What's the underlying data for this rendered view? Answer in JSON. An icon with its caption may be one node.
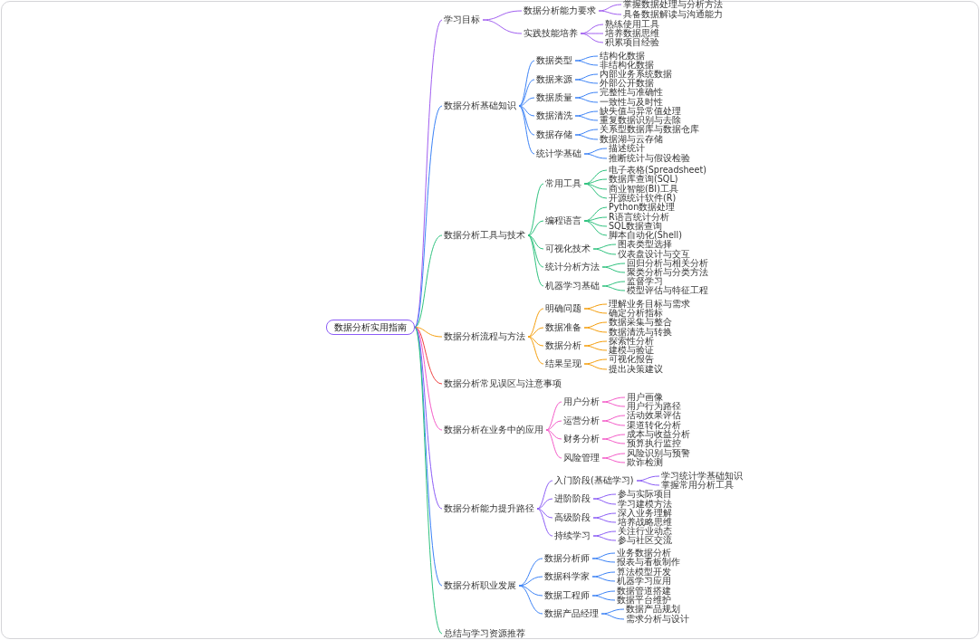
{
  "diagram": {
    "nodes": [
      {
        "text": [
          "数据分析实用指南"
        ]
      },
      {
        "text": [
          "学习目标"
        ]
      },
      {
        "text": [
          "数据分析能力要求"
        ]
      },
      {
        "text": [
          "掌握数据处理与分析方法"
        ]
      },
      {
        "text": [
          "具备数据解读与沟通能力"
        ]
      },
      {
        "text": [
          "实践技能培养"
        ]
      },
      {
        "text": [
          "熟练使用工具"
        ]
      },
      {
        "text": [
          "培养数据思维"
        ]
      },
      {
        "text": [
          "积累项目经验"
        ]
      },
      {
        "text": [
          "数据分析基础知识"
        ]
      },
      {
        "text": [
          "数据类型"
        ]
      },
      {
        "text": [
          "结构化数据"
        ]
      },
      {
        "text": [
          "非结构化数据"
        ]
      },
      {
        "text": [
          "数据来源"
        ]
      },
      {
        "text": [
          "内部业务系统数据"
        ]
      },
      {
        "text": [
          "外部公开数据"
        ]
      },
      {
        "text": [
          "数据质量"
        ]
      },
      {
        "text": [
          "完整性与准确性"
        ]
      },
      {
        "text": [
          "一致性与及时性"
        ]
      },
      {
        "text": [
          "数据清洗"
        ]
      },
      {
        "text": [
          "缺失值与异常值处理"
        ]
      },
      {
        "text": [
          "重复数据识别与去除"
        ]
      },
      {
        "text": [
          "数据存储"
        ]
      },
      {
        "text": [
          "关系型数据库与数据仓库"
        ]
      },
      {
        "text": [
          "数据湖与云存储"
        ]
      },
      {
        "text": [
          "统计学基础"
        ]
      },
      {
        "text": [
          "描述统计"
        ]
      },
      {
        "text": [
          "推断统计与假设检验"
        ]
      },
      {
        "text": [
          "数据分析工具与技术"
        ]
      },
      {
        "text": [
          "常用工具"
        ]
      },
      {
        "text": [
          "电子表格(Spreadsheet)"
        ]
      },
      {
        "text": [
          "数据库查询(SQL)"
        ]
      },
      {
        "text": [
          "商业智能(BI)工具"
        ]
      },
      {
        "text": [
          "开源统计软件(R)"
        ]
      },
      {
        "text": [
          "编程语言"
        ]
      },
      {
        "text": [
          "Python数据处理"
        ]
      },
      {
        "text": [
          "R语言统计分析"
        ]
      },
      {
        "text": [
          "SQL数据查询"
        ]
      },
      {
        "text": [
          "脚本自动化(Shell)"
        ]
      },
      {
        "text": [
          "可视化技术"
        ]
      },
      {
        "text": [
          "图表类型选择"
        ]
      },
      {
        "text": [
          "仪表盘设计与交互"
        ]
      },
      {
        "text": [
          "统计分析方法"
        ]
      },
      {
        "text": [
          "回归分析与相关分析"
        ]
      },
      {
        "text": [
          "聚类分析与分类方法"
        ]
      },
      {
        "text": [
          "机器学习基础"
        ]
      },
      {
        "text": [
          "监督学习"
        ]
      },
      {
        "text": [
          "模型评估与特征工程"
        ]
      },
      {
        "text": [
          "数据分析流程与方法"
        ]
      },
      {
        "text": [
          "明确问题"
        ]
      },
      {
        "text": [
          "理解业务目标与需求"
        ]
      },
      {
        "text": [
          "确定分析指标"
        ]
      },
      {
        "text": [
          "数据准备"
        ]
      },
      {
        "text": [
          "数据采集与整合"
        ]
      },
      {
        "text": [
          "数据清洗与转换"
        ]
      },
      {
        "text": [
          "数据分析"
        ]
      },
      {
        "text": [
          "探索性分析"
        ]
      },
      {
        "text": [
          "建模与验证"
        ]
      },
      {
        "text": [
          "结果呈现"
        ]
      },
      {
        "text": [
          "可视化报告"
        ]
      },
      {
        "text": [
          "提出决策建议"
        ]
      },
      {
        "text": [
          "数据分析常见误区与注意事项"
        ]
      },
      {
        "text": [
          "数据分析在业务中的应用"
        ]
      },
      {
        "text": [
          "用户分析"
        ]
      },
      {
        "text": [
          "用户画像"
        ]
      },
      {
        "text": [
          "用户行为路径"
        ]
      },
      {
        "text": [
          "运营分析"
        ]
      },
      {
        "text": [
          "活动效果评估"
        ]
      },
      {
        "text": [
          "渠道转化分析"
        ]
      },
      {
        "text": [
          "财务分析"
        ]
      },
      {
        "text": [
          "成本与收益分析"
        ]
      },
      {
        "text": [
          "预算执行监控"
        ]
      },
      {
        "text": [
          "风险管理"
        ]
      },
      {
        "text": [
          "风险识别与预警"
        ]
      },
      {
        "text": [
          "欺诈检测"
        ]
      },
      {
        "text": [
          "数据分析能力提升路径"
        ]
      },
      {
        "text": [
          "入门阶段(基础学习)"
        ]
      },
      {
        "text": [
          "学习统计学基础知识"
        ]
      },
      {
        "text": [
          "掌握常用分析工具"
        ]
      },
      {
        "text": [
          "进阶阶段"
        ]
      },
      {
        "text": [
          "参与实际项目"
        ]
      },
      {
        "text": [
          "学习建模方法"
        ]
      },
      {
        "text": [
          "高级阶段"
        ]
      },
      {
        "text": [
          "深入业务理解"
        ]
      },
      {
        "text": [
          "培养战略思维"
        ]
      },
      {
        "text": [
          "持续学习"
        ]
      },
      {
        "text": [
          "关注行业动态"
        ]
      },
      {
        "text": [
          "参与社区交流"
        ]
      },
      {
        "text": [
          "数据分析职业发展"
        ]
      },
      {
        "text": [
          "数据分析师"
        ]
      },
      {
        "text": [
          "业务数据分析"
        ]
      },
      {
        "text": [
          "报表与看板制作"
        ]
      },
      {
        "text": [
          "数据科学家"
        ]
      },
      {
        "text": [
          "算法模型开发"
        ]
      },
      {
        "text": [
          "机器学习应用"
        ]
      },
      {
        "text": [
          "数据工程师"
        ]
      },
      {
        "text": [
          "数据管道搭建"
        ]
      },
      {
        "text": [
          "数据平台维护"
        ]
      },
      {
        "text": [
          "数据产品经理"
        ]
      },
      {
        "text": [
          "数据产品规划"
        ]
      },
      {
        "text": [
          "需求分析与设计"
        ]
      },
      {
        "text": [
          "总结与学习资源推荐"
        ]
      }
    ],
    "edges": [
      {
        "from": 0,
        "to": 1,
        "arrow": "none",
        "color": "#a15ff0"
      },
      {
        "from": 1,
        "to": 2,
        "arrow": "none",
        "color": "#a15ff0"
      },
      {
        "from": 2,
        "to": 3,
        "arrow": "none",
        "color": "#a15ff0"
      },
      {
        "from": 2,
        "to": 4,
        "arrow": "none",
        "color": "#a15ff0"
      },
      {
        "from": 1,
        "to": 5,
        "arrow": "none",
        "color": "#a15ff0"
      },
      {
        "from": 5,
        "to": 6,
        "arrow": "none",
        "color": "#a15ff0"
      },
      {
        "from": 5,
        "to": 7,
        "arrow": "none",
        "color": "#a15ff0"
      },
      {
        "from": 5,
        "to": 8,
        "arrow": "none",
        "color": "#a15ff0"
      },
      {
        "from": 0,
        "to": 9,
        "arrow": "none",
        "color": "#3b82f6"
      },
      {
        "from": 9,
        "to": 10,
        "arrow": "none",
        "color": "#3b82f6"
      },
      {
        "from": 10,
        "to": 11,
        "arrow": "none",
        "color": "#3b82f6"
      },
      {
        "from": 10,
        "to": 12,
        "arrow": "none",
        "color": "#3b82f6"
      },
      {
        "from": 9,
        "to": 13,
        "arrow": "none",
        "color": "#3b82f6"
      },
      {
        "from": 13,
        "to": 14,
        "arrow": "none",
        "color": "#3b82f6"
      },
      {
        "from": 13,
        "to": 15,
        "arrow": "none",
        "color": "#3b82f6"
      },
      {
        "from": 9,
        "to": 16,
        "arrow": "none",
        "color": "#3b82f6"
      },
      {
        "from": 16,
        "to": 17,
        "arrow": "none",
        "color": "#3b82f6"
      },
      {
        "from": 16,
        "to": 18,
        "arrow": "none",
        "color": "#3b82f6"
      },
      {
        "from": 9,
        "to": 19,
        "arrow": "none",
        "color": "#3b82f6"
      },
      {
        "from": 19,
        "to": 20,
        "arrow": "none",
        "color": "#3b82f6"
      },
      {
        "from": 19,
        "to": 21,
        "arrow": "none",
        "color": "#3b82f6"
      },
      {
        "from": 9,
        "to": 22,
        "arrow": "none",
        "color": "#3b82f6"
      },
      {
        "from": 22,
        "to": 23,
        "arrow": "none",
        "color": "#3b82f6"
      },
      {
        "from": 22,
        "to": 24,
        "arrow": "none",
        "color": "#3b82f6"
      },
      {
        "from": 9,
        "to": 25,
        "arrow": "none",
        "color": "#3b82f6"
      },
      {
        "from": 25,
        "to": 26,
        "arrow": "none",
        "color": "#3b82f6"
      },
      {
        "from": 25,
        "to": 27,
        "arrow": "none",
        "color": "#3b82f6"
      },
      {
        "from": 0,
        "to": 28,
        "arrow": "none",
        "color": "#2ec27e"
      },
      {
        "from": 28,
        "to": 29,
        "arrow": "none",
        "color": "#2ec27e"
      },
      {
        "from": 29,
        "to": 30,
        "arrow": "none",
        "color": "#2ec27e"
      },
      {
        "from": 29,
        "to": 31,
        "arrow": "none",
        "color": "#2ec27e"
      },
      {
        "from": 29,
        "to": 32,
        "arrow": "none",
        "color": "#2ec27e"
      },
      {
        "from": 29,
        "to": 33,
        "arrow": "none",
        "color": "#2ec27e"
      },
      {
        "from": 28,
        "to": 34,
        "arrow": "none",
        "color": "#2ec27e"
      },
      {
        "from": 34,
        "to": 35,
        "arrow": "none",
        "color": "#2ec27e"
      },
      {
        "from": 34,
        "to": 36,
        "arrow": "none",
        "color": "#2ec27e"
      },
      {
        "from": 34,
        "to": 37,
        "arrow": "none",
        "color": "#2ec27e"
      },
      {
        "from": 34,
        "to": 38,
        "arrow": "none",
        "color": "#2ec27e"
      },
      {
        "from": 28,
        "to": 39,
        "arrow": "none",
        "color": "#2ec27e"
      },
      {
        "from": 39,
        "to": 40,
        "arrow": "none",
        "color": "#2ec27e"
      },
      {
        "from": 39,
        "to": 41,
        "arrow": "none",
        "color": "#2ec27e"
      },
      {
        "from": 28,
        "to": 42,
        "arrow": "none",
        "color": "#2ec27e"
      },
      {
        "from": 42,
        "to": 43,
        "arrow": "none",
        "color": "#2ec27e"
      },
      {
        "from": 42,
        "to": 44,
        "arrow": "none",
        "color": "#2ec27e"
      },
      {
        "from": 28,
        "to": 45,
        "arrow": "none",
        "color": "#2ec27e"
      },
      {
        "from": 45,
        "to": 46,
        "arrow": "none",
        "color": "#2ec27e"
      },
      {
        "from": 45,
        "to": 47,
        "arrow": "none",
        "color": "#2ec27e"
      },
      {
        "from": 0,
        "to": 48,
        "arrow": "none",
        "color": "#f59e0b"
      },
      {
        "from": 48,
        "to": 49,
        "arrow": "none",
        "color": "#f59e0b"
      },
      {
        "from": 49,
        "to": 50,
        "arrow": "none",
        "color": "#f59e0b"
      },
      {
        "from": 49,
        "to": 51,
        "arrow": "none",
        "color": "#f59e0b"
      },
      {
        "from": 48,
        "to": 52,
        "arrow": "none",
        "color": "#f59e0b"
      },
      {
        "from": 52,
        "to": 53,
        "arrow": "none",
        "color": "#f59e0b"
      },
      {
        "from": 52,
        "to": 54,
        "arrow": "none",
        "color": "#f59e0b"
      },
      {
        "from": 48,
        "to": 55,
        "arrow": "none",
        "color": "#f59e0b"
      },
      {
        "from": 55,
        "to": 56,
        "arrow": "none",
        "color": "#f59e0b"
      },
      {
        "from": 55,
        "to": 57,
        "arrow": "none",
        "color": "#f59e0b"
      },
      {
        "from": 48,
        "to": 58,
        "arrow": "none",
        "color": "#f59e0b"
      },
      {
        "from": 58,
        "to": 59,
        "arrow": "none",
        "color": "#f59e0b"
      },
      {
        "from": 58,
        "to": 60,
        "arrow": "none",
        "color": "#f59e0b"
      },
      {
        "from": 0,
        "to": 61,
        "arrow": "none",
        "color": "#ef4444"
      },
      {
        "from": 0,
        "to": 62,
        "arrow": "none",
        "color": "#f45ac8"
      },
      {
        "from": 62,
        "to": 63,
        "arrow": "none",
        "color": "#f45ac8"
      },
      {
        "from": 63,
        "to": 64,
        "arrow": "none",
        "color": "#f45ac8"
      },
      {
        "from": 63,
        "to": 65,
        "arrow": "none",
        "color": "#f45ac8"
      },
      {
        "from": 62,
        "to": 66,
        "arrow": "none",
        "color": "#f45ac8"
      },
      {
        "from": 66,
        "to": 67,
        "arrow": "none",
        "color": "#f45ac8"
      },
      {
        "from": 66,
        "to": 68,
        "arrow": "none",
        "color": "#f45ac8"
      },
      {
        "from": 62,
        "to": 69,
        "arrow": "none",
        "color": "#f45ac8"
      },
      {
        "from": 69,
        "to": 70,
        "arrow": "none",
        "color": "#f45ac8"
      },
      {
        "from": 69,
        "to": 71,
        "arrow": "none",
        "color": "#f45ac8"
      },
      {
        "from": 62,
        "to": 72,
        "arrow": "none",
        "color": "#f45ac8"
      },
      {
        "from": 72,
        "to": 73,
        "arrow": "none",
        "color": "#f45ac8"
      },
      {
        "from": 72,
        "to": 74,
        "arrow": "none",
        "color": "#f45ac8"
      },
      {
        "from": 0,
        "to": 75,
        "arrow": "none",
        "color": "#8b5cf6"
      },
      {
        "from": 75,
        "to": 76,
        "arrow": "none",
        "color": "#8b5cf6"
      },
      {
        "from": 76,
        "to": 77,
        "arrow": "none",
        "color": "#8b5cf6"
      },
      {
        "from": 76,
        "to": 78,
        "arrow": "none",
        "color": "#8b5cf6"
      },
      {
        "from": 75,
        "to": 79,
        "arrow": "none",
        "color": "#8b5cf6"
      },
      {
        "from": 79,
        "to": 80,
        "arrow": "none",
        "color": "#8b5cf6"
      },
      {
        "from": 79,
        "to": 81,
        "arrow": "none",
        "color": "#8b5cf6"
      },
      {
        "from": 75,
        "to": 82,
        "arrow": "none",
        "color": "#8b5cf6"
      },
      {
        "from": 82,
        "to": 83,
        "arrow": "none",
        "color": "#8b5cf6"
      },
      {
        "from": 82,
        "to": 84,
        "arrow": "none",
        "color": "#8b5cf6"
      },
      {
        "from": 75,
        "to": 85,
        "arrow": "none",
        "color": "#8b5cf6"
      },
      {
        "from": 85,
        "to": 86,
        "arrow": "none",
        "color": "#8b5cf6"
      },
      {
        "from": 85,
        "to": 87,
        "arrow": "none",
        "color": "#8b5cf6"
      },
      {
        "from": 0,
        "to": 88,
        "arrow": "none",
        "color": "#3b82f6"
      },
      {
        "from": 88,
        "to": 89,
        "arrow": "none",
        "color": "#3b82f6"
      },
      {
        "from": 89,
        "to": 90,
        "arrow": "none",
        "color": "#3b82f6"
      },
      {
        "from": 89,
        "to": 91,
        "arrow": "none",
        "color": "#3b82f6"
      },
      {
        "from": 88,
        "to": 92,
        "arrow": "none",
        "color": "#3b82f6"
      },
      {
        "from": 92,
        "to": 93,
        "arrow": "none",
        "color": "#3b82f6"
      },
      {
        "from": 92,
        "to": 94,
        "arrow": "none",
        "color": "#3b82f6"
      },
      {
        "from": 88,
        "to": 95,
        "arrow": "none",
        "color": "#3b82f6"
      },
      {
        "from": 95,
        "to": 96,
        "arrow": "none",
        "color": "#3b82f6"
      },
      {
        "from": 95,
        "to": 97,
        "arrow": "none",
        "color": "#3b82f6"
      },
      {
        "from": 88,
        "to": 98,
        "arrow": "none",
        "color": "#3b82f6"
      },
      {
        "from": 98,
        "to": 99,
        "arrow": "none",
        "color": "#3b82f6"
      },
      {
        "from": 98,
        "to": 100,
        "arrow": "none",
        "color": "#3b82f6"
      },
      {
        "from": 0,
        "to": 101,
        "arrow": "none",
        "color": "#2ec27e"
      }
    ]
  }
}
